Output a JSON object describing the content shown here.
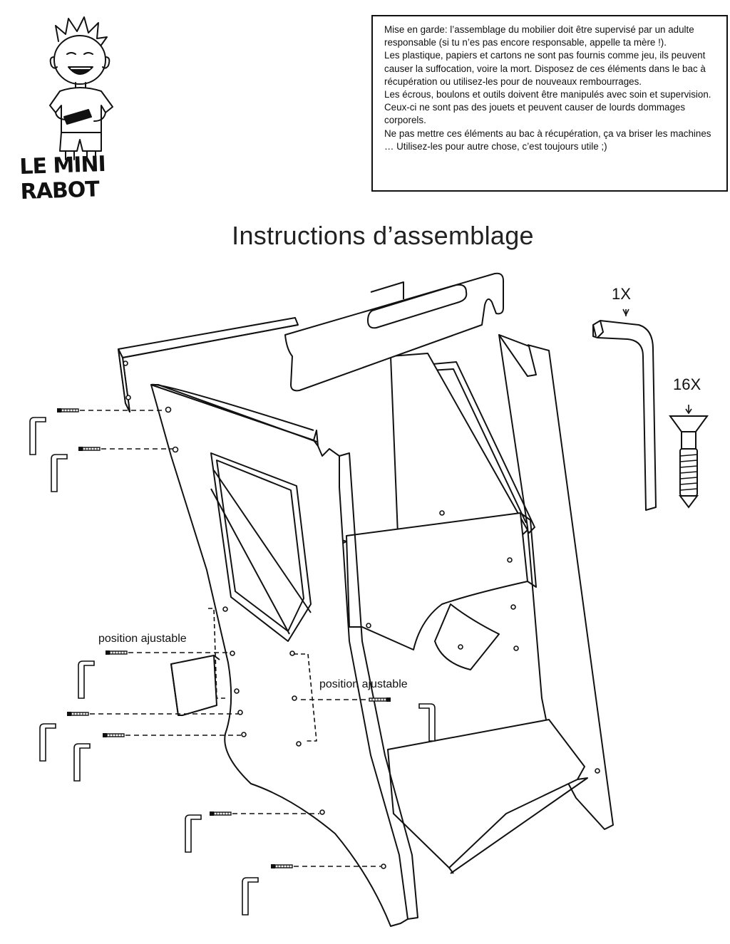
{
  "brand": {
    "name": "LE MINI RABOT"
  },
  "warning": {
    "paragraphs": [
      "Mise en garde:  l’assemblage du mobilier doit être supervisé par un adulte responsable (si tu n’es pas encore responsable, appelle ta mère !).",
      "Les plastique, papiers et cartons ne sont pas fournis comme jeu, ils peuvent causer la suffocation, voire la mort. Disposez de ces éléments dans le bac à récupération ou utilisez-les pour de nouveaux rembourrages.",
      "Les écrous, boulons et outils doivent être manipulés avec soin et supervision. Ceux-ci ne sont pas des jouets et peuvent causer de lourds dommages corporels.",
      "Ne pas mettre ces éléments au bac à récupération, ça va briser les machines … Utilisez-les pour autre chose, c’est toujours utile ;)"
    ]
  },
  "title": "Instructions d’assemblage",
  "diagram": {
    "hardware": [
      {
        "qty": "1X",
        "name": "allen-key"
      },
      {
        "qty": "16X",
        "name": "screw"
      }
    ],
    "labels": {
      "adjustable_left": "position ajustable",
      "adjustable_right": "position ajustable"
    }
  },
  "colors": {
    "ink": "#111111",
    "background": "#ffffff"
  }
}
